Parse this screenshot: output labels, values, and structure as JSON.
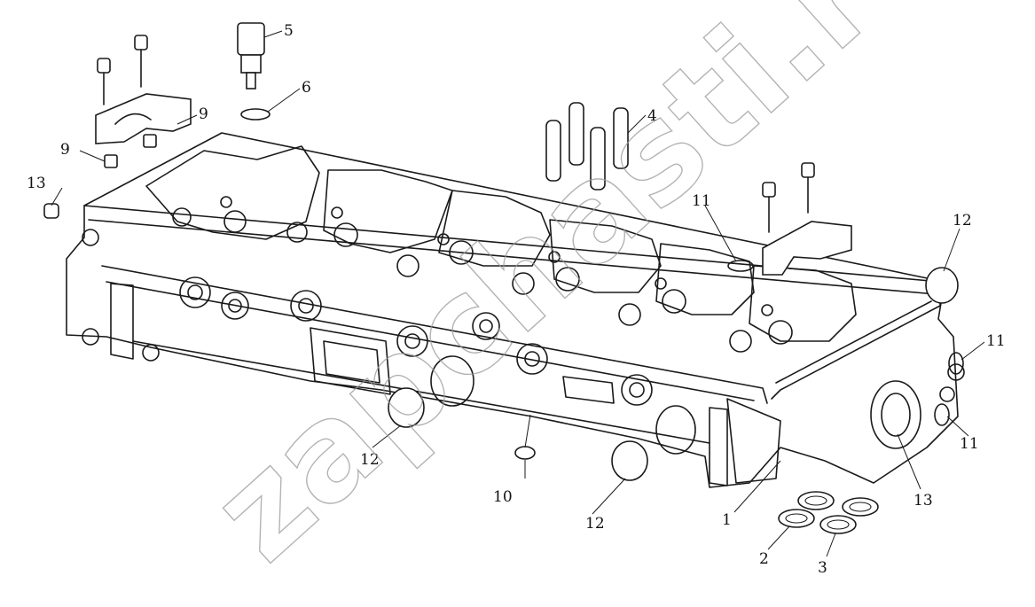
{
  "watermark": {
    "text": "zapchasti.ru"
  },
  "callouts": [
    {
      "label": "1"
    },
    {
      "label": "2"
    },
    {
      "label": "3"
    },
    {
      "label": "4"
    },
    {
      "label": "5"
    },
    {
      "label": "6"
    },
    {
      "label": "9"
    },
    {
      "label": "9"
    },
    {
      "label": "10"
    },
    {
      "label": "11"
    },
    {
      "label": "11"
    },
    {
      "label": "11"
    },
    {
      "label": "12"
    },
    {
      "label": "12"
    },
    {
      "label": "12"
    },
    {
      "label": "13"
    },
    {
      "label": "13"
    }
  ]
}
